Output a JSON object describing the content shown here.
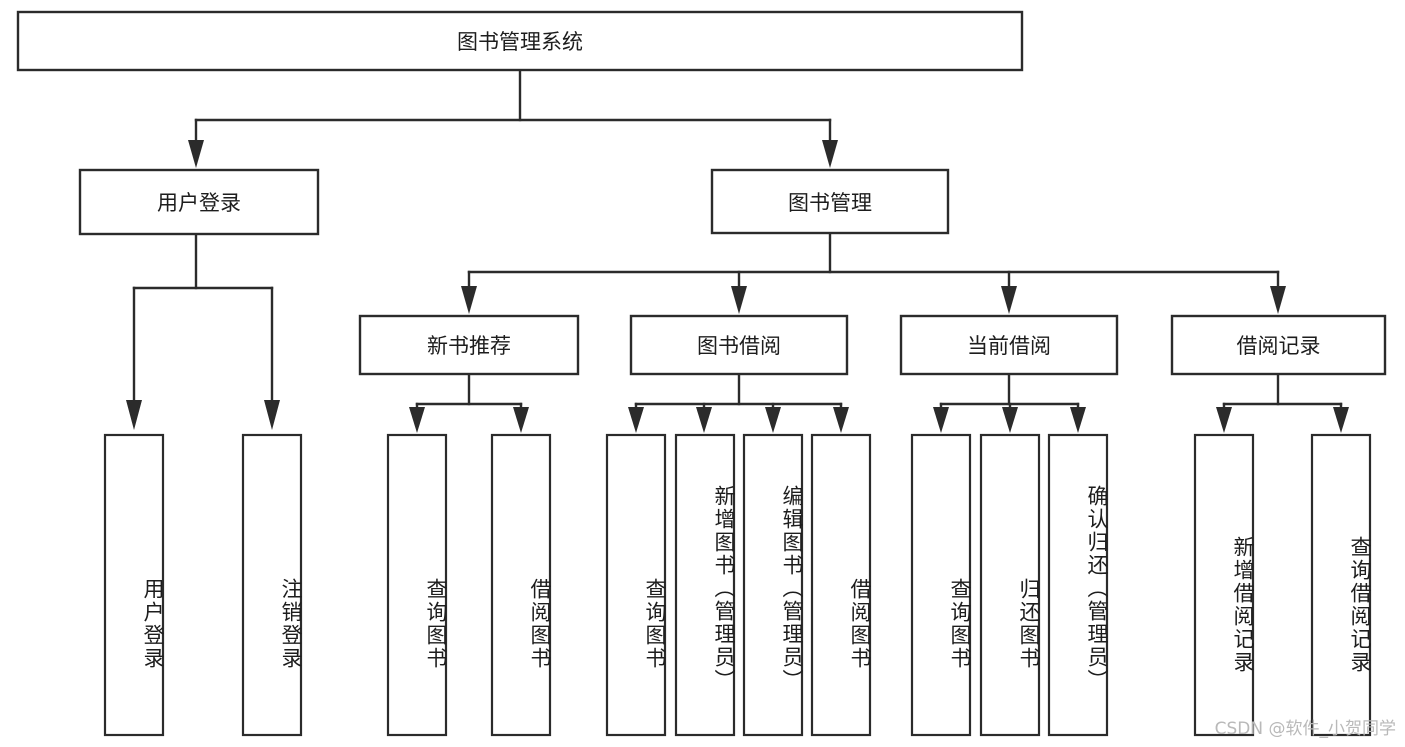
{
  "diagram": {
    "type": "tree",
    "title": "图书管理系统",
    "watermark": "CSDN @软件_小贺同学",
    "nodes": {
      "root": {
        "label": "图书管理系统",
        "level": 0
      },
      "user_login": {
        "label": "用户登录",
        "level": 1
      },
      "book_manage": {
        "label": "图书管理",
        "level": 1
      },
      "new_book_rec": {
        "label": "新书推荐",
        "level": 2
      },
      "book_borrow": {
        "label": "图书借阅",
        "level": 2
      },
      "current_borrow": {
        "label": "当前借阅",
        "level": 2
      },
      "borrow_record": {
        "label": "借阅记录",
        "level": 2
      },
      "leaf_user_login": {
        "label": "用户登录",
        "level": 3
      },
      "leaf_logout": {
        "label": "注销登录",
        "level": 3
      },
      "leaf_query_book_1": {
        "label": "查询图书",
        "level": 3
      },
      "leaf_borrow_book_1": {
        "label": "借阅图书",
        "level": 3
      },
      "leaf_query_book_2": {
        "label": "查询图书",
        "level": 3
      },
      "leaf_add_book": {
        "label": "新增图书（管理员）",
        "level": 3
      },
      "leaf_edit_book": {
        "label": "编辑图书（管理员）",
        "level": 3
      },
      "leaf_borrow_book_2": {
        "label": "借阅图书",
        "level": 3
      },
      "leaf_query_book_3": {
        "label": "查询图书",
        "level": 3
      },
      "leaf_return_book": {
        "label": "归还图书",
        "level": 3
      },
      "leaf_confirm_return": {
        "label": "确认归还（管理员）",
        "level": 3
      },
      "leaf_add_record": {
        "label": "新增借阅记录",
        "level": 3
      },
      "leaf_query_record": {
        "label": "查询借阅记录",
        "level": 3
      }
    },
    "edges": [
      {
        "from": "root",
        "to": "user_login"
      },
      {
        "from": "root",
        "to": "book_manage"
      },
      {
        "from": "user_login",
        "to": "leaf_user_login"
      },
      {
        "from": "user_login",
        "to": "leaf_logout"
      },
      {
        "from": "book_manage",
        "to": "new_book_rec"
      },
      {
        "from": "book_manage",
        "to": "book_borrow"
      },
      {
        "from": "book_manage",
        "to": "current_borrow"
      },
      {
        "from": "book_manage",
        "to": "borrow_record"
      },
      {
        "from": "new_book_rec",
        "to": "leaf_query_book_1"
      },
      {
        "from": "new_book_rec",
        "to": "leaf_borrow_book_1"
      },
      {
        "from": "book_borrow",
        "to": "leaf_query_book_2"
      },
      {
        "from": "book_borrow",
        "to": "leaf_add_book"
      },
      {
        "from": "book_borrow",
        "to": "leaf_edit_book"
      },
      {
        "from": "book_borrow",
        "to": "leaf_borrow_book_2"
      },
      {
        "from": "current_borrow",
        "to": "leaf_query_book_3"
      },
      {
        "from": "current_borrow",
        "to": "leaf_return_book"
      },
      {
        "from": "current_borrow",
        "to": "leaf_confirm_return"
      },
      {
        "from": "borrow_record",
        "to": "leaf_add_record"
      },
      {
        "from": "borrow_record",
        "to": "leaf_query_record"
      }
    ],
    "colors": {
      "box_fill": "#ffffff",
      "box_stroke": "#2b2b2b",
      "text": "#1d1d1d",
      "background": "#ffffff",
      "watermark": "#b9b9b9"
    }
  }
}
